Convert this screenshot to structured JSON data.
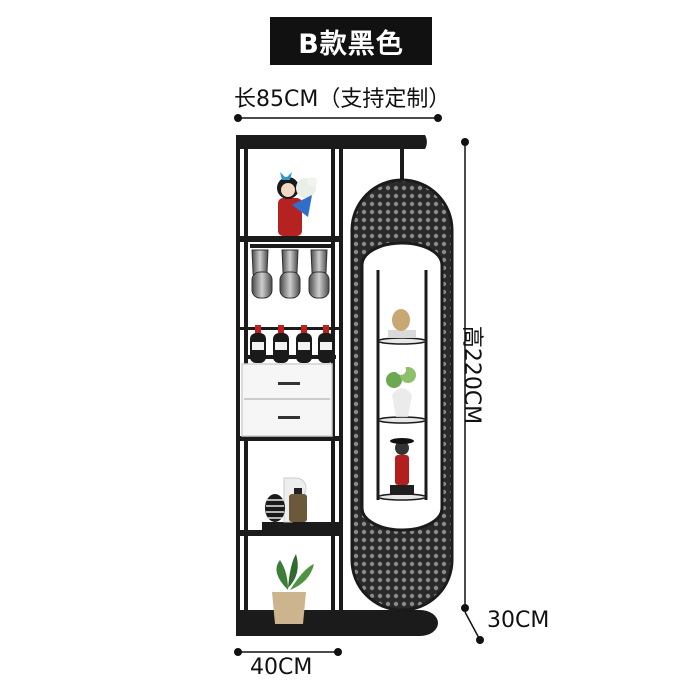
{
  "title": "B款黑色",
  "dimensions": {
    "width": "长85CM（支持定制）",
    "height": "高220CM",
    "depth": "30CM",
    "bottom_width": "40CM"
  },
  "colors": {
    "frame": "#1b1b1b",
    "badge_bg": "#111111",
    "badge_text": "#ffffff",
    "drawer": "#f6f6f6",
    "mesh": "#2a2a2a"
  }
}
